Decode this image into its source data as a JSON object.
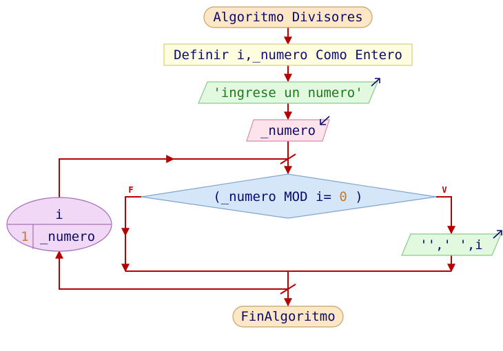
{
  "start": {
    "label": "Algoritmo Divisores"
  },
  "define": {
    "keyword": "Definir",
    "vars": "i,_numero",
    "as_kw": "Como",
    "type": "Entero"
  },
  "output1": {
    "text": "'ingrese un numero'"
  },
  "input1": {
    "text": "_numero"
  },
  "loop": {
    "var": "i",
    "from": "1",
    "to": "_numero"
  },
  "decision": {
    "open": "(_numero ",
    "op": "MOD",
    "mid": " i=",
    "zero": "0",
    "close": ")",
    "false_label": "F",
    "true_label": "V"
  },
  "output2": {
    "text": "'',' ',i"
  },
  "end": {
    "label": "FinAlgoritmo"
  },
  "colors": {
    "flow": "#b40000",
    "start_fill": "#fde7c5",
    "define_fill": "#fffde0",
    "output_fill": "#e2f9df",
    "input_fill": "#fde3ec",
    "decision_fill": "#d5e6f8",
    "loop_fill": "#f2d8f7"
  },
  "icons": {
    "output": "output-arrow-icon",
    "input": "input-arrow-icon"
  }
}
